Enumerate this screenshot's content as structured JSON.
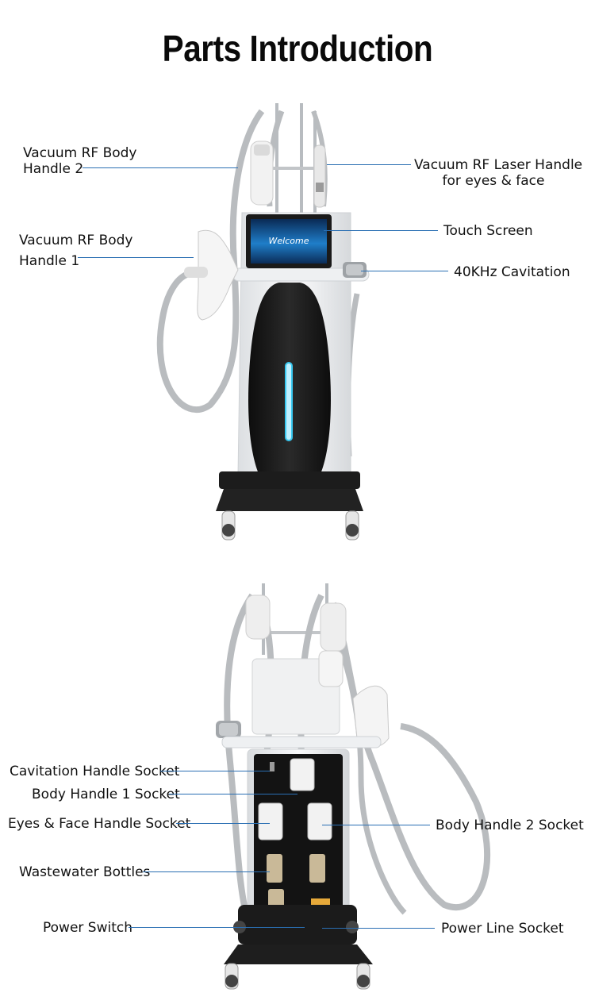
{
  "title": "Parts Introduction",
  "front_view": {
    "labels": {
      "handle2_line1": "Vacuum RF Body",
      "handle2_line2": "Handle 2",
      "laser_line1": "Vacuum RF Laser Handle",
      "laser_line2": "for eyes & face",
      "handle1_line1": "Vacuum RF Body",
      "handle1_line2": "Handle 1",
      "touch_screen": "Touch Screen",
      "cavitation": "40KHz Cavitation"
    },
    "screen_text": "Welcome"
  },
  "back_view": {
    "labels": {
      "cavitation_socket": "Cavitation Handle Socket",
      "body1_socket": "Body Handle 1 Socket",
      "eyes_socket": "Eyes & Face Handle Socket",
      "body2_socket": "Body Handle 2 Socket",
      "wastewater": "Wastewater Bottles",
      "power_switch": "Power Switch",
      "power_line": "Power Line Socket"
    }
  },
  "colors": {
    "leader_line": "#2a6fb3",
    "machine_body": "#f4f5f6",
    "panel_black": "#151515",
    "accent_light": "#38c8f0",
    "cable": "#b9bcbf"
  }
}
